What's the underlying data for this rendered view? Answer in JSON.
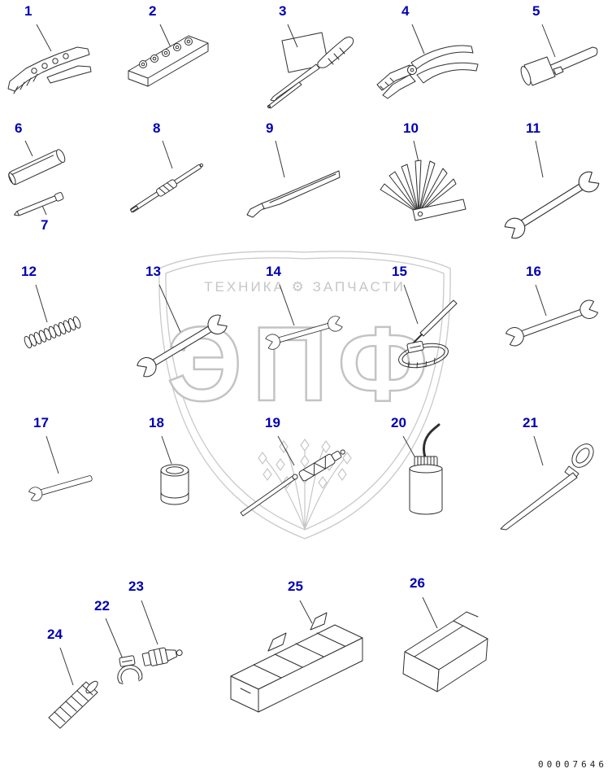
{
  "page": {
    "serial": "00007646",
    "background": "#ffffff",
    "label_color": "#0000b3",
    "line_color": "#2f2f2f",
    "watermark_color": "#c6c6c6"
  },
  "watermark": {
    "header": "ТЕХНИКА  ⚙  ЗАПЧАСТИ",
    "brand": "ЭПФ"
  },
  "items": [
    {
      "label": "1",
      "tool": "crimping-pliers"
    },
    {
      "label": "2",
      "tool": "socket-rail"
    },
    {
      "label": "3",
      "tool": "screwdriver-set"
    },
    {
      "label": "4",
      "tool": "pliers"
    },
    {
      "label": "5",
      "tool": "hammer"
    },
    {
      "label": "6",
      "tool": "tube-handle"
    },
    {
      "label": "7",
      "tool": "punch-rod"
    },
    {
      "label": "8",
      "tool": "driver-shaft"
    },
    {
      "label": "9",
      "tool": "scraper-knife"
    },
    {
      "label": "10",
      "tool": "feeler-gauge"
    },
    {
      "label": "11",
      "tool": "open-end-wrench"
    },
    {
      "label": "12",
      "tool": "spring"
    },
    {
      "label": "13",
      "tool": "open-end-wrench"
    },
    {
      "label": "14",
      "tool": "open-end-wrench"
    },
    {
      "label": "15",
      "tool": "hose-clamp-driver"
    },
    {
      "label": "16",
      "tool": "open-end-wrench"
    },
    {
      "label": "17",
      "tool": "open-end-wrench"
    },
    {
      "label": "18",
      "tool": "socket"
    },
    {
      "label": "19",
      "tool": "valve-tool"
    },
    {
      "label": "20",
      "tool": "oil-can"
    },
    {
      "label": "21",
      "tool": "pry-bar"
    },
    {
      "label": "22",
      "tool": "hose-clamp"
    },
    {
      "label": "23",
      "tool": "nozzle-fitting"
    },
    {
      "label": "24",
      "tool": "hose"
    },
    {
      "label": "25",
      "tool": "tool-tray"
    },
    {
      "label": "26",
      "tool": "tool-box"
    }
  ]
}
